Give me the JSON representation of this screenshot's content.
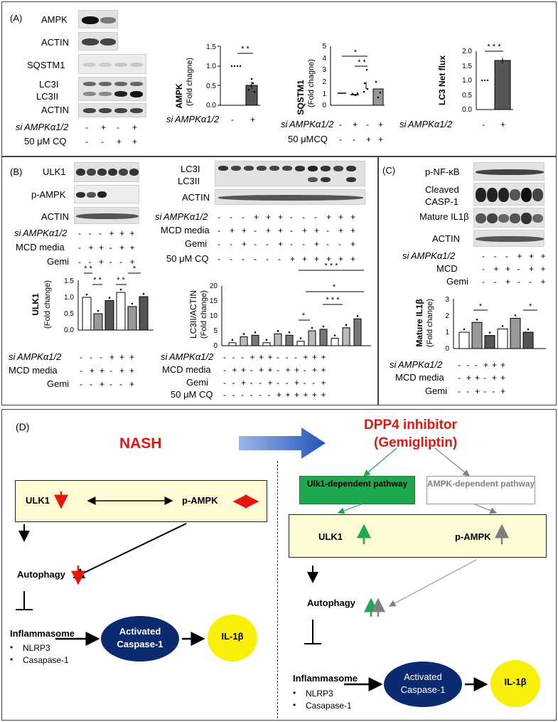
{
  "panelA": {
    "label": "(A)",
    "blot_labels": [
      "AMPK",
      "ACTIN",
      "SQSTM1",
      "LC3I",
      "LC3II",
      "ACTIN"
    ],
    "cond_si": "si AMPKα1/2",
    "cond_si_signs": [
      "-",
      "+",
      "-",
      "+"
    ],
    "cond_cq": "50 μM CQ",
    "cond_cq_signs": [
      "-",
      "-",
      "+",
      "+"
    ],
    "chart1": {
      "ylabel": "AMPK",
      "ysub": "(Fold chagne)",
      "ticks": [
        "0.0",
        "0.5",
        "1.0",
        "1.5"
      ],
      "sig": "* *",
      "xsi": "si AMPKα1/2",
      "signs": [
        "-",
        "+"
      ]
    },
    "chart2": {
      "ylabel": "SQSTM1",
      "ysub": "(Fold chagne)",
      "ticks": [
        "0",
        "1",
        "2",
        "3",
        "4",
        "5"
      ],
      "sig1": "*",
      "sig2": "* *",
      "xsi": "si AMPKα1/2",
      "xcq": "50 μMCQ",
      "si_signs": [
        "-",
        "+",
        "-",
        "+"
      ],
      "cq_signs": [
        "-",
        "-",
        "+",
        "+"
      ]
    },
    "chart3": {
      "ylabel": "LC3 Net flux",
      "ticks": [
        "0.0",
        "0.5",
        "1.0",
        "1.5",
        "2.0"
      ],
      "sig": "* * *",
      "xsi": "si AMPKα1/2",
      "signs": [
        "-",
        "+"
      ]
    }
  },
  "panelB": {
    "label": "(B)",
    "left_blots": [
      "ULK1",
      "p-AMPK",
      "ACTIN"
    ],
    "right_blots": [
      "LC3I",
      "LC3II",
      "ACTIN"
    ],
    "left_conds": [
      {
        "name": "si AMPKα1/2",
        "signs": [
          "-",
          "-",
          "-",
          "+",
          "+",
          "+"
        ]
      },
      {
        "name": "MCD media",
        "signs": [
          "-",
          "+",
          "+",
          "-",
          "+",
          "+"
        ]
      },
      {
        "name": "Gemi",
        "signs": [
          "-",
          "-",
          "+",
          "-",
          "-",
          "+"
        ]
      }
    ],
    "right_conds": [
      {
        "name": "si AMPKα1/2",
        "signs": [
          "-",
          "-",
          "-",
          "+",
          "+",
          "+",
          "-",
          "-",
          "-",
          "+",
          "+",
          "+"
        ]
      },
      {
        "name": "MCD media",
        "signs": [
          "-",
          "+",
          "+",
          "-",
          "+",
          "+",
          "-",
          "+",
          "+",
          "-",
          "+",
          "+"
        ]
      },
      {
        "name": "Gemi",
        "signs": [
          "-",
          "-",
          "+",
          "-",
          "-",
          "+",
          "-",
          "-",
          "+",
          "-",
          "-",
          "+"
        ]
      },
      {
        "name": "50 μM CQ",
        "signs": [
          "-",
          "-",
          "-",
          "-",
          "-",
          "-",
          "+",
          "+",
          "+",
          "+",
          "+",
          "+"
        ]
      }
    ],
    "ulk_chart": {
      "ylabel": "ULK1",
      "ysub": "(Fold change)",
      "ticks": [
        "0.0",
        "0.5",
        "1.0",
        "1.5"
      ],
      "sigs": [
        "* *",
        "* *",
        "* *",
        "*"
      ]
    },
    "lc3_chart": {
      "ylabel": "LC3II/ACTIN",
      "ysub": "(Fold change)",
      "ticks": [
        "0",
        "5",
        "10",
        "15",
        "20"
      ],
      "sigs": [
        "* * *",
        "*",
        "* * *",
        "*"
      ]
    }
  },
  "panelC": {
    "label": "(C)",
    "blots": [
      "p-NF-κB",
      "Cleaved CASP-1",
      "Mature IL1β",
      "ACTIN"
    ],
    "conds": [
      {
        "name": "si AMPKα1/2",
        "signs": [
          "-",
          "-",
          "-",
          "+",
          "+",
          "+"
        ]
      },
      {
        "name": "MCD",
        "signs": [
          "-",
          "+",
          "+",
          "-",
          "+",
          "+"
        ]
      },
      {
        "name": "Gemi",
        "signs": [
          "-",
          "-",
          "+",
          "-",
          "-",
          "+"
        ]
      }
    ],
    "chart": {
      "ylabel": "Mature IL1β",
      "ysub": "(Fold change)",
      "ticks": [
        "0",
        "1",
        "2",
        "3"
      ],
      "sigs": [
        "*",
        "*"
      ]
    },
    "chart_conds": [
      {
        "name": "si AMPKα1/2",
        "signs": [
          "-",
          "-",
          "-",
          "+",
          "+",
          "+"
        ]
      },
      {
        "name": "MCD media",
        "signs": [
          "-",
          "+",
          "+",
          "-",
          "+",
          "+"
        ]
      },
      {
        "name": "Gemi",
        "signs": [
          "-",
          "-",
          "+",
          "-",
          "-",
          "+"
        ]
      }
    ]
  },
  "panelD": {
    "label": "(D)",
    "nash": "NASH",
    "drug_line1": "DPP4 inhibitor",
    "drug_line2": "(Gemigliptin)",
    "ulk_pathway": "Ulk1-dependent pathway",
    "ampk_pathway": "AMPK-dependent pathway",
    "ulk1": "ULK1",
    "pampk": "p-AMPK",
    "autophagy": "Autophagy",
    "inflammasome": "Inflammasome",
    "nlrp3": "NLRP3",
    "casp": "Casapase-1",
    "activated": "Activated Caspase-1",
    "il1b": "IL-1β",
    "colors": {
      "red": "#e8150f",
      "green": "#1fa84f",
      "gray": "#7f7f7f",
      "navy": "#0b2a6f",
      "yellow": "#f8ef0a",
      "box": "#fdfbd3",
      "arrow_blue": "#2e63c9"
    }
  },
  "chart_data": [
    {
      "type": "bar",
      "title": "",
      "ylabel": "AMPK (Fold chagne)",
      "categories": [
        "-",
        "+"
      ],
      "values": [
        1.0,
        0.5
      ],
      "ylim": [
        0,
        1.5
      ]
    },
    {
      "type": "bar",
      "title": "",
      "ylabel": "SQSTM1 (Fold chagne)",
      "categories": [
        "-/-",
        "+/-",
        "-/+",
        "+/+"
      ],
      "values": [
        1.0,
        0.9,
        2.0,
        1.4
      ],
      "ylim": [
        0,
        5
      ]
    },
    {
      "type": "bar",
      "title": "",
      "ylabel": "LC3 Net flux",
      "categories": [
        "-",
        "+"
      ],
      "values": [
        1.0,
        1.7
      ],
      "ylim": [
        0,
        2.0
      ]
    },
    {
      "type": "bar",
      "title": "",
      "ylabel": "ULK1 (Fold change)",
      "values": [
        1.0,
        0.5,
        0.9,
        1.15,
        0.72,
        1.02
      ],
      "ylim": [
        0,
        1.5
      ]
    },
    {
      "type": "bar",
      "title": "",
      "ylabel": "LC3II/ACTIN (Fold change)",
      "values": [
        1.0,
        3.0,
        3.5,
        1.0,
        4.0,
        3.5,
        1.5,
        5.0,
        5.5,
        2.5,
        6.0,
        9.0
      ],
      "ylim": [
        0,
        20
      ]
    },
    {
      "type": "bar",
      "title": "",
      "ylabel": "Mature IL1β (Fold change)",
      "values": [
        1.0,
        1.6,
        0.8,
        1.2,
        1.85,
        1.0
      ],
      "ylim": [
        0,
        3
      ]
    }
  ]
}
